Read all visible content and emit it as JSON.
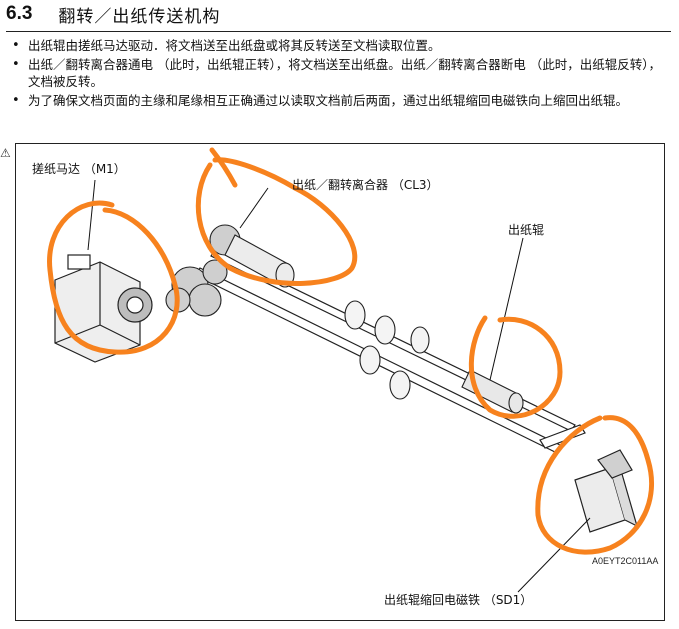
{
  "section": {
    "number": "6.3",
    "title": "翻转／出纸传送机构"
  },
  "bullets": [
    "出纸辊由搓纸马达驱动．将文档送至出纸盘或将其反转送至文档读取位置。",
    "出纸／翻转离合器通电 （此时，出纸辊正转），将文档送至出纸盘。出纸／翻转离合器断电 （此时，出纸辊反转），文档被反转。",
    "为了确保文档页面的主缘和尾缘相互正确通过以读取文档前后两面，通过出纸辊缩回电磁铁向上缩回出纸辊。"
  ],
  "figure": {
    "labels": {
      "motor": "搓纸马达 （M1）",
      "clutch": "出纸／翻转离合器 （CL3）",
      "roller": "出纸辊",
      "solenoid": "出纸辊缩回电磁铁 （SD1）"
    },
    "code": "A0EYT2C011AA",
    "annotation_color": "#f7821e"
  }
}
